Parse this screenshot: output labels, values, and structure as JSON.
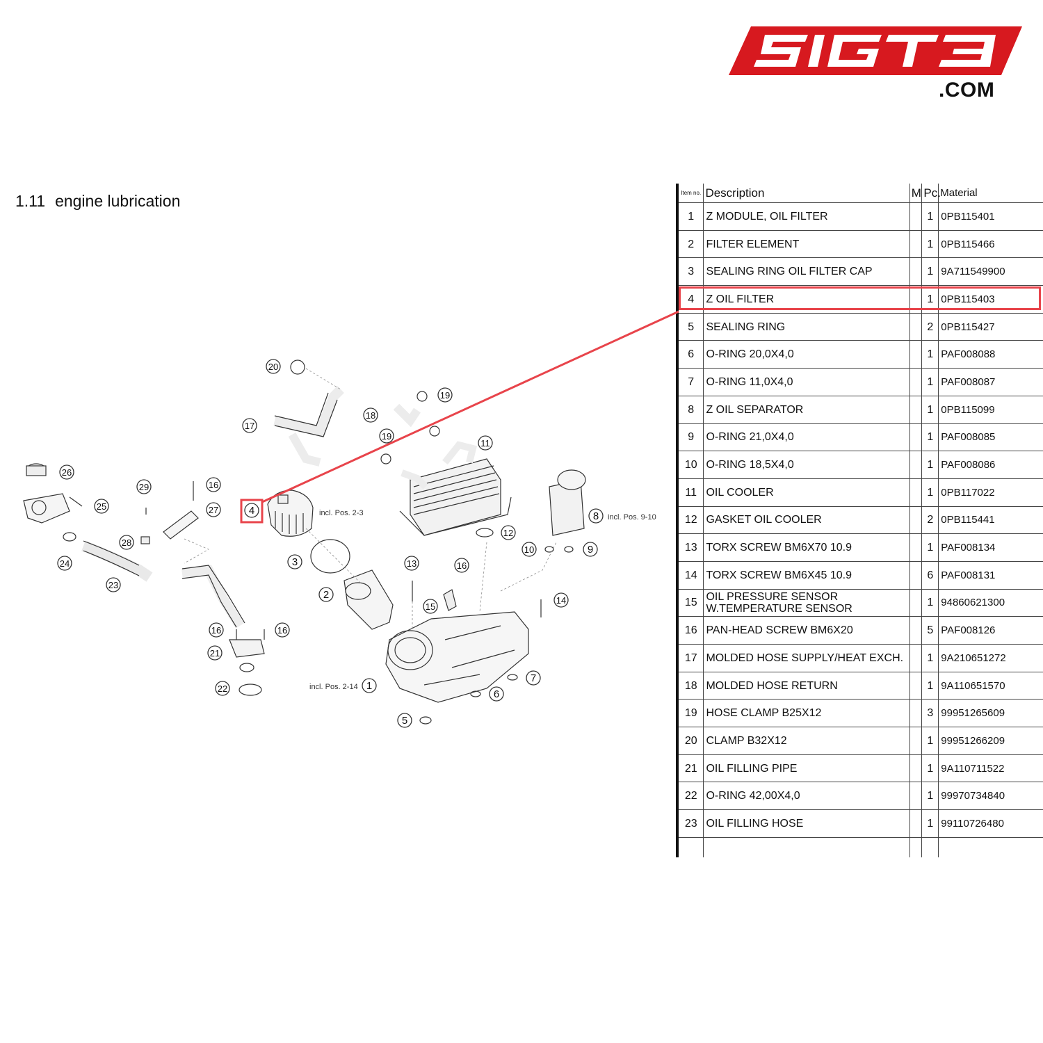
{
  "brand": {
    "logo_text": "5IGT3",
    "logo_suffix": ".COM",
    "logo_color": "#d7191f"
  },
  "section": {
    "number": "1.11",
    "title": "engine lubrication"
  },
  "accent_color": "#e8444b",
  "table": {
    "headers": {
      "item": "Item no.",
      "description": "Description",
      "m": "M",
      "pc": "Pc.",
      "material": "Material"
    },
    "rows": [
      {
        "item": "1",
        "description": "Z MODULE, OIL FILTER",
        "m": "",
        "pc": "1",
        "material": "0PB115401"
      },
      {
        "item": "2",
        "description": "FILTER ELEMENT",
        "m": "",
        "pc": "1",
        "material": "0PB115466"
      },
      {
        "item": "3",
        "description": "SEALING RING OIL FILTER CAP",
        "m": "",
        "pc": "1",
        "material": "9A711549900"
      },
      {
        "item": "4",
        "description": "Z OIL FILTER",
        "m": "",
        "pc": "1",
        "material": "0PB115403",
        "highlighted": true
      },
      {
        "item": "5",
        "description": "SEALING RING",
        "m": "",
        "pc": "2",
        "material": "0PB115427"
      },
      {
        "item": "6",
        "description": "O-RING 20,0X4,0",
        "m": "",
        "pc": "1",
        "material": "PAF008088"
      },
      {
        "item": "7",
        "description": "O-RING 11,0X4,0",
        "m": "",
        "pc": "1",
        "material": "PAF008087"
      },
      {
        "item": "8",
        "description": "Z OIL SEPARATOR",
        "m": "",
        "pc": "1",
        "material": "0PB115099"
      },
      {
        "item": "9",
        "description": "O-RING 21,0X4,0",
        "m": "",
        "pc": "1",
        "material": "PAF008085"
      },
      {
        "item": "10",
        "description": "O-RING 18,5X4,0",
        "m": "",
        "pc": "1",
        "material": "PAF008086"
      },
      {
        "item": "11",
        "description": "OIL COOLER",
        "m": "",
        "pc": "1",
        "material": "0PB117022"
      },
      {
        "item": "12",
        "description": "GASKET OIL COOLER",
        "m": "",
        "pc": "2",
        "material": "0PB115441"
      },
      {
        "item": "13",
        "description": "TORX SCREW BM6X70 10.9",
        "m": "",
        "pc": "1",
        "material": "PAF008134"
      },
      {
        "item": "14",
        "description": "TORX SCREW BM6X45 10.9",
        "m": "",
        "pc": "6",
        "material": "PAF008131"
      },
      {
        "item": "15",
        "description": "OIL PRESSURE SENSOR W.TEMPERATURE SENSOR",
        "m": "",
        "pc": "1",
        "material": "94860621300"
      },
      {
        "item": "16",
        "description": "PAN-HEAD SCREW BM6X20",
        "m": "",
        "pc": "5",
        "material": "PAF008126"
      },
      {
        "item": "17",
        "description": "MOLDED HOSE SUPPLY/HEAT EXCH.",
        "m": "",
        "pc": "1",
        "material": "9A210651272"
      },
      {
        "item": "18",
        "description": "MOLDED HOSE RETURN",
        "m": "",
        "pc": "1",
        "material": "9A110651570"
      },
      {
        "item": "19",
        "description": "HOSE CLAMP B25X12",
        "m": "",
        "pc": "3",
        "material": "99951265609"
      },
      {
        "item": "20",
        "description": "CLAMP B32X12",
        "m": "",
        "pc": "1",
        "material": "99951266209"
      },
      {
        "item": "21",
        "description": "OIL FILLING PIPE",
        "m": "",
        "pc": "1",
        "material": "9A110711522"
      },
      {
        "item": "22",
        "description": "O-RING 42,00X4,0",
        "m": "",
        "pc": "1",
        "material": "99970734840"
      },
      {
        "item": "23",
        "description": "OIL FILLING HOSE",
        "m": "",
        "pc": "1",
        "material": "99110726480"
      }
    ]
  },
  "diagram": {
    "callouts": [
      "1",
      "2",
      "3",
      "4",
      "5",
      "6",
      "7",
      "8",
      "9",
      "10",
      "11",
      "12",
      "13",
      "14",
      "15",
      "16",
      "16",
      "16",
      "16",
      "17",
      "18",
      "19",
      "19",
      "20",
      "21",
      "22",
      "23",
      "24",
      "25",
      "26",
      "27",
      "28",
      "29"
    ],
    "notes": {
      "n4": "incl. Pos. 2-3",
      "n8": "incl. Pos. 9-10",
      "n1": "incl. Pos. 2-14"
    }
  }
}
